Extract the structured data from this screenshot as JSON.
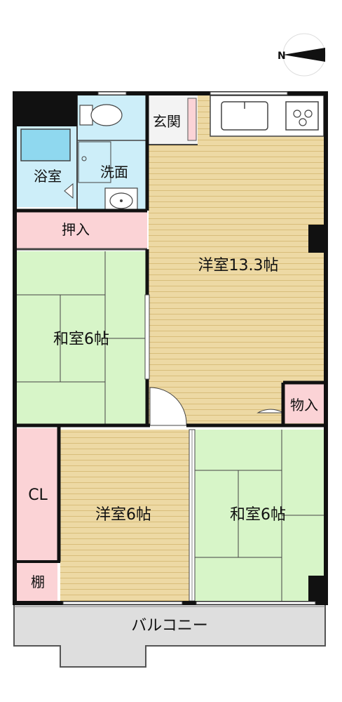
{
  "rooms": {
    "bath": "浴室",
    "washroom": "洗面",
    "entrance": "玄関",
    "closet_oshiire": "押入",
    "western_main": "洋室13.3帖",
    "japanese_upper": "和室6帖",
    "storage": "物入",
    "closet_cl": "CL",
    "western_small": "洋室6帖",
    "japanese_lower": "和室6帖",
    "shelf": "棚",
    "balcony": "バルコニー"
  },
  "compass": {
    "label": "N"
  },
  "colors": {
    "wall": "#111111",
    "wood_floor": "#edd9a4",
    "wood_line": "#d8bd7a",
    "tatami": "#d7f5c8",
    "wet_area": "#cdeef9",
    "closet": "#fbd3d6",
    "balcony": "#dedede",
    "entrance": "#f3f3f3"
  }
}
